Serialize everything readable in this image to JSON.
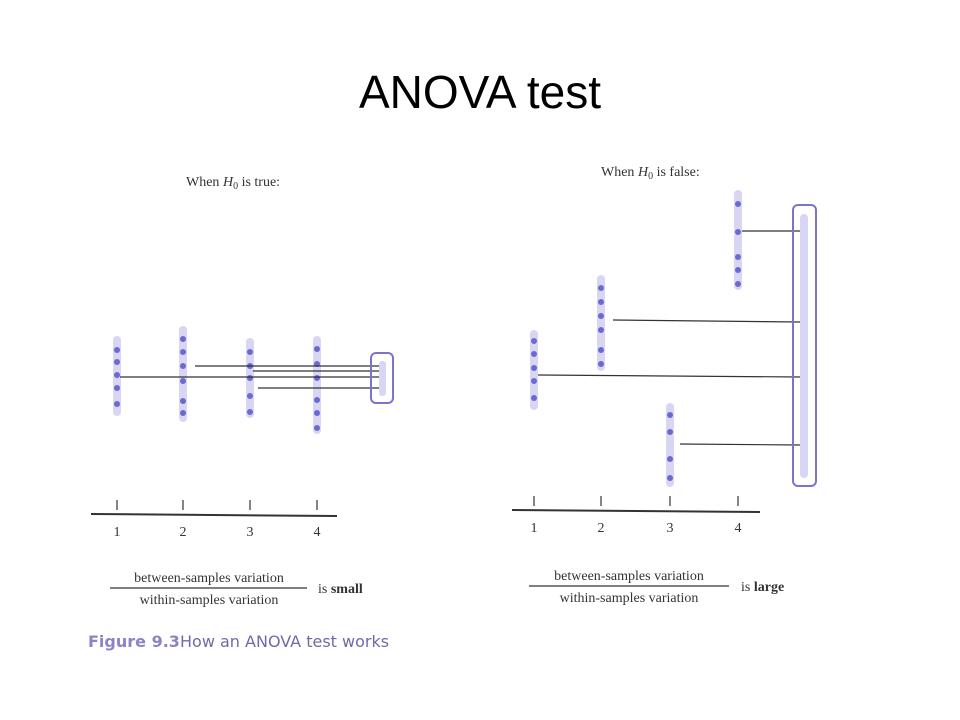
{
  "slide": {
    "title": "ANOVA test"
  },
  "colors": {
    "band": "#d8d6f2",
    "dot": "#6a6ad2",
    "frame": "#7a74d0",
    "line": "#333333",
    "caption_accent": "#8b84c6",
    "caption_text": "#6f6aa8"
  },
  "panels": [
    {
      "heading_prefix": "When ",
      "heading_symbol": "H",
      "heading_subscript": "0",
      "heading_suffix": " is true:",
      "group_labels": [
        "1",
        "2",
        "3",
        "4"
      ],
      "fraction_numerator": "between-samples variation",
      "fraction_denominator": "within-samples variation",
      "result_prefix": "is ",
      "result_word": "small"
    },
    {
      "heading_prefix": "When ",
      "heading_symbol": "H",
      "heading_subscript": "0",
      "heading_suffix": " is false:",
      "group_labels": [
        "1",
        "2",
        "3",
        "4"
      ],
      "fraction_numerator": "between-samples variation",
      "fraction_denominator": "within-samples variation",
      "result_prefix": "is ",
      "result_word": "large"
    }
  ],
  "caption": {
    "label": "Figure 9.3",
    "text": "How an ANOVA test works"
  }
}
